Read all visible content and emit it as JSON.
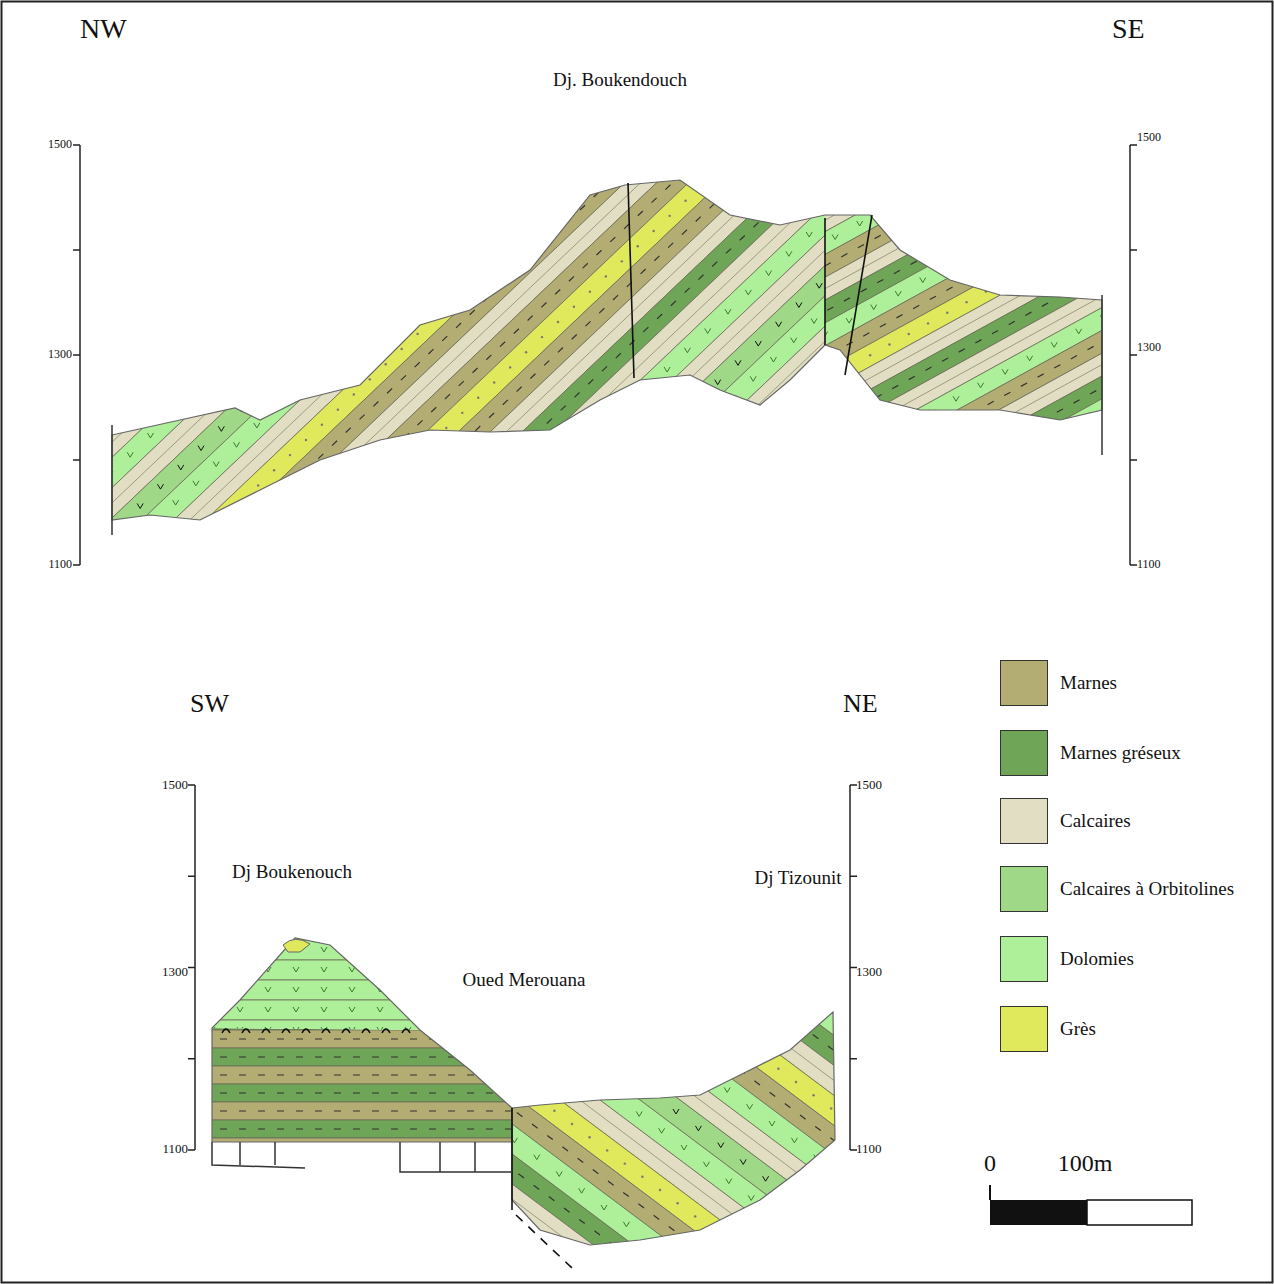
{
  "diagram": {
    "labels": [
      "NW",
      "SE",
      "Dj. Boukendouch",
      "1500",
      "1300",
      "1100",
      "1500",
      "1300",
      "1100",
      "SW",
      "NE",
      "Dj Boukenouch",
      "Oued Merouana",
      "Dj Tizounit",
      "1500",
      "1300",
      "1100",
      "1500",
      "1300",
      "1100",
      "0",
      "100m"
    ],
    "legend": [
      {
        "text": "Marnes",
        "color": "#b3ad74"
      },
      {
        "text": "Marnes gréseux",
        "color": "#6fa557"
      },
      {
        "text": "Calcaires",
        "color": "#e2dec3"
      },
      {
        "text": "Calcaires à Orbitolines",
        "color": "#9fd887"
      },
      {
        "text": "Dolomies",
        "color": "#aef09a"
      },
      {
        "text": "Grès",
        "color": "#e0e85c"
      }
    ]
  }
}
